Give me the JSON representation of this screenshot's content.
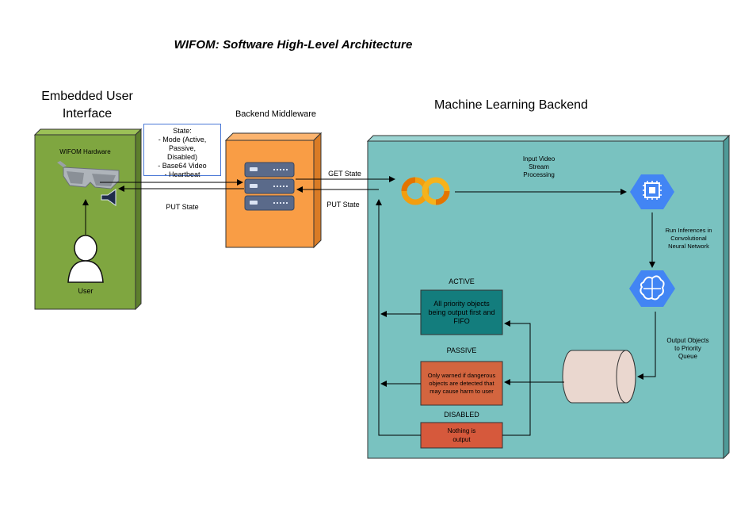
{
  "title": "WIFOM: Software High-Level Architecture",
  "sections": {
    "embedded": {
      "title_line1": "Embedded User",
      "title_line2": "Interface",
      "hardware_label": "WIFOM Hardware",
      "user_label": "User"
    },
    "middleware": {
      "title": "Backend Middleware"
    },
    "ml": {
      "title": "Machine Learning Backend"
    }
  },
  "state_note": {
    "line1": "State:",
    "line2": "- Mode (Active, Passive,",
    "line3": "Disabled)",
    "line4": "- Base64 Video",
    "line5": "- Heartbeat"
  },
  "edges": {
    "put_state_left": "PUT State",
    "get_state": "GET State",
    "put_state_right": "PUT State",
    "input_video_1": "Input Video",
    "input_video_2": "Stream",
    "input_video_3": "Processing",
    "run_inf_1": "Run Inferences in",
    "run_inf_2": "Convolutional",
    "run_inf_3": "Neural Network",
    "output_1": "Output Objects",
    "output_2": "to Priority",
    "output_3": "Queue"
  },
  "modes": {
    "active": {
      "label": "ACTIVE",
      "text1": "All priority objects",
      "text2": "being output first and",
      "text3": "FIFO"
    },
    "passive": {
      "label": "PASSIVE",
      "text1": "Only warned if dangerous",
      "text2": "objects are detected that",
      "text3": "may cause harm to user"
    },
    "disabled": {
      "label": "DISABLED",
      "text1": "Nothing is",
      "text2": "output"
    }
  },
  "colors": {
    "embedded_green": "#7fa640",
    "middleware_orange": "#f99d45",
    "ml_teal": "#79c2c0",
    "active_box": "#137d7d",
    "passive_box": "#d3653f",
    "disabled_box": "#d6593c",
    "gcp_blue": "#4285f4",
    "queue_fill": "#ead7cf",
    "note_border": "#4a78d6"
  },
  "icons": [
    "vr-glasses-icon",
    "speaker-icon",
    "user-icon",
    "server-stack-icon",
    "colab-loop-icon",
    "compute-engine-icon",
    "ml-engine-icon",
    "priority-queue-cylinder-icon"
  ]
}
